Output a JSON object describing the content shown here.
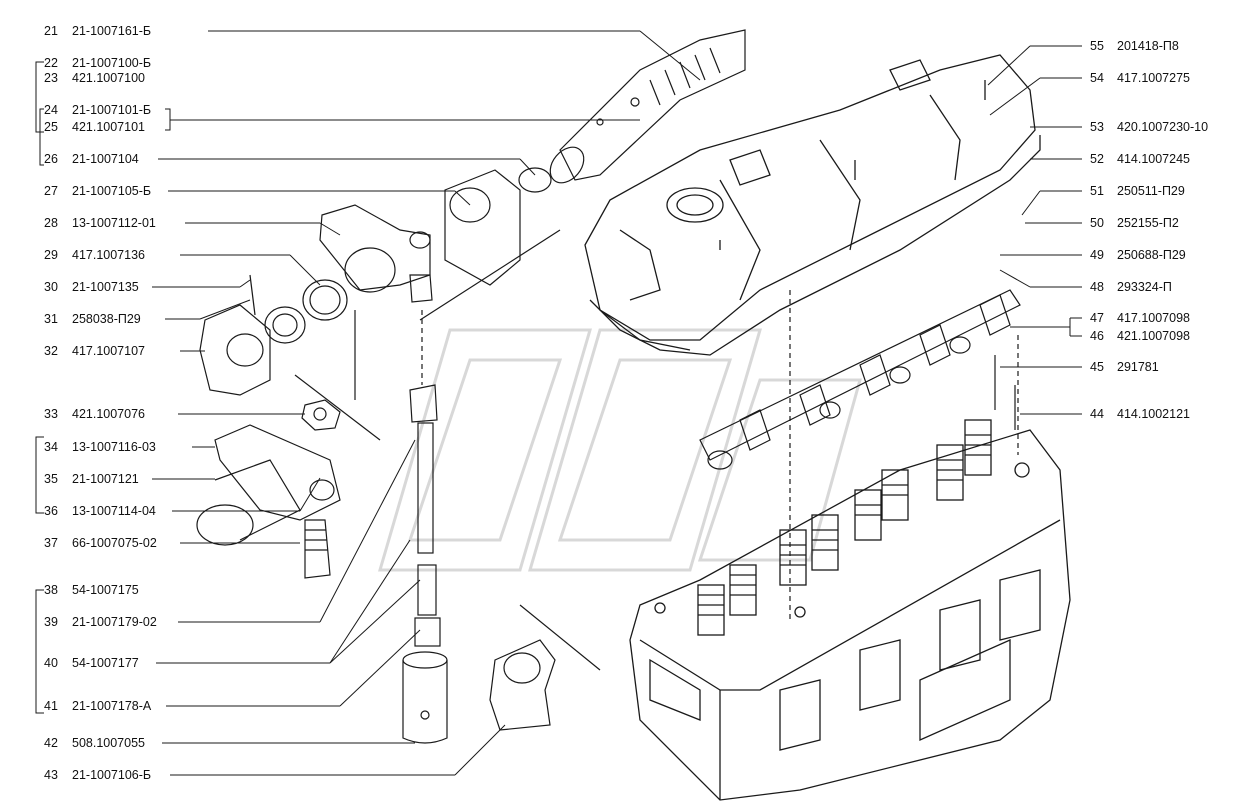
{
  "colors": {
    "ink": "#1a1a1a",
    "watermark": "#d8d8d8",
    "background": "#ffffff"
  },
  "left_callouts": [
    {
      "num": "21",
      "code": "21-1007161-Б"
    },
    {
      "num": "22",
      "code": "21-1007100-Б"
    },
    {
      "num": "23",
      "code": "421.1007100"
    },
    {
      "num": "24",
      "code": "21-1007101-Б"
    },
    {
      "num": "25",
      "code": "421.1007101"
    },
    {
      "num": "26",
      "code": "21-1007104"
    },
    {
      "num": "27",
      "code": "21-1007105-Б"
    },
    {
      "num": "28",
      "code": "13-1007112-01"
    },
    {
      "num": "29",
      "code": "417.1007136"
    },
    {
      "num": "30",
      "code": "21-1007135"
    },
    {
      "num": "31",
      "code": "258038-П29"
    },
    {
      "num": "32",
      "code": "417.1007107"
    },
    {
      "num": "33",
      "code": "421.1007076"
    },
    {
      "num": "34",
      "code": "13-1007116-03"
    },
    {
      "num": "35",
      "code": "21-1007121"
    },
    {
      "num": "36",
      "code": "13-1007114-04"
    },
    {
      "num": "37",
      "code": "66-1007075-02"
    },
    {
      "num": "38",
      "code": "54-1007175"
    },
    {
      "num": "39",
      "code": "21-1007179-02"
    },
    {
      "num": "40",
      "code": "54-1007177"
    },
    {
      "num": "41",
      "code": "21-1007178-А"
    },
    {
      "num": "42",
      "code": "508.1007055"
    },
    {
      "num": "43",
      "code": "21-1007106-Б"
    }
  ],
  "right_callouts": [
    {
      "num": "55",
      "code": "201418-П8"
    },
    {
      "num": "54",
      "code": "417.1007275"
    },
    {
      "num": "53",
      "code": "420.1007230-10"
    },
    {
      "num": "52",
      "code": "414.1007245"
    },
    {
      "num": "51",
      "code": "250511-П29"
    },
    {
      "num": "50",
      "code": "252155-П2"
    },
    {
      "num": "49",
      "code": "250688-П29"
    },
    {
      "num": "48",
      "code": "293324-П"
    },
    {
      "num": "47",
      "code": "417.1007098"
    },
    {
      "num": "46",
      "code": "421.1007098"
    },
    {
      "num": "45",
      "code": "291781"
    },
    {
      "num": "44",
      "code": "414.1002121"
    }
  ]
}
